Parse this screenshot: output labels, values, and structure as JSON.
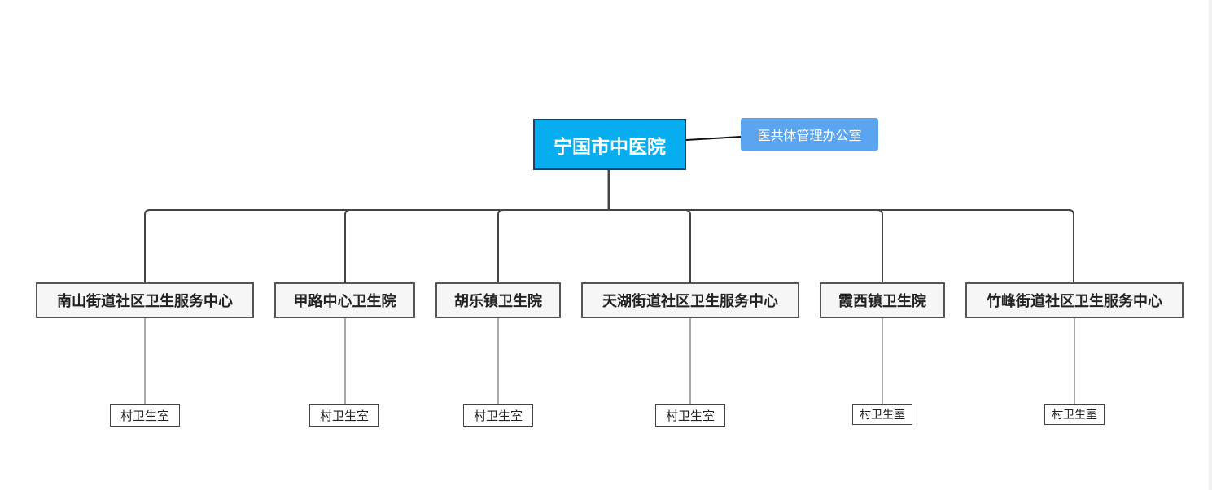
{
  "root": {
    "label": "宁国市中医院",
    "color": "#06aef0"
  },
  "side_node": {
    "label": "医共体管理办公室",
    "color": "#5ba4ef"
  },
  "branches": [
    {
      "label": "南山街道社区卫生服务中心",
      "child": "村卫生室"
    },
    {
      "label": "甲路中心卫生院",
      "child": "村卫生室"
    },
    {
      "label": "胡乐镇卫生院",
      "child": "村卫生室"
    },
    {
      "label": "天湖街道社区卫生服务中心",
      "child": "村卫生室"
    },
    {
      "label": "霞西镇卫生院",
      "child": "村卫生室"
    },
    {
      "label": "竹峰街道社区卫生服务中心",
      "child": "村卫生室"
    }
  ]
}
